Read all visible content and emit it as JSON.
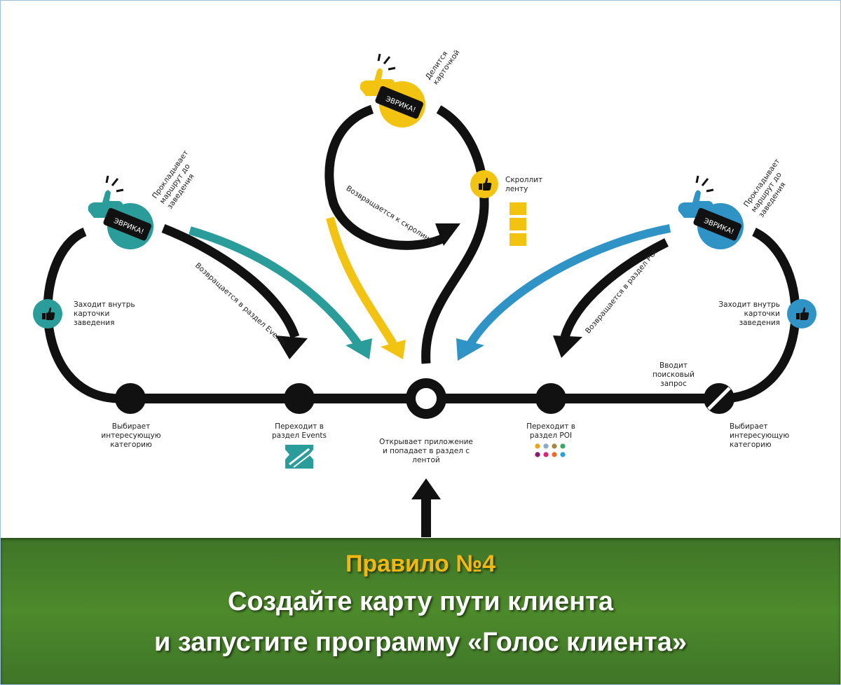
{
  "colors": {
    "teal": "#2a9c99",
    "yellow": "#f2c311",
    "blue": "#2f93c6",
    "black": "#111111",
    "banner": "#4d8a2b",
    "banner_title": "#f2b711"
  },
  "diagram": {
    "badge_text": "ЭВРИКА!",
    "nodes": {
      "center": "Открывает приложение и попадает в раздел с лентой",
      "events": "Переходит в раздел Events",
      "poi": "Переходит в раздел POI",
      "left_category": "Выбирает интересующую категорию",
      "right_category": "Выбирает интересующую категорию",
      "right_search": "Вводит поисковый запрос"
    },
    "steps": {
      "left_card": "Заходит внутрь карточки заведения",
      "right_card": "Заходит внутрь карточки заведения",
      "scroll_feed": "Скроллит ленту",
      "share_card": "Делится карточкой",
      "left_route": "Прокладывает маршрут до заведения",
      "right_route": "Прокладывает маршрут до заведения"
    },
    "arrows": {
      "left_return": "Возвращается в раздел Events",
      "right_return": "Возвращается в раздел POI",
      "top_return": "Возвращается к скролингу"
    },
    "poi_dot_colors": [
      "#f0a21c",
      "#8aa9c6",
      "#a4883d",
      "#3aa864",
      "#8a1a6e",
      "#d8257a",
      "#f06a26",
      "#2aa3d8"
    ],
    "icons": [
      "thumbs-up-icon",
      "ticket-icon",
      "poi-dots-icon",
      "feed-cards-icon",
      "cancel-icon"
    ]
  },
  "banner": {
    "rule": "Правило №4",
    "line1": "Создайте карту пути клиента",
    "line2": "и запустите программу «Голос клиента»"
  }
}
